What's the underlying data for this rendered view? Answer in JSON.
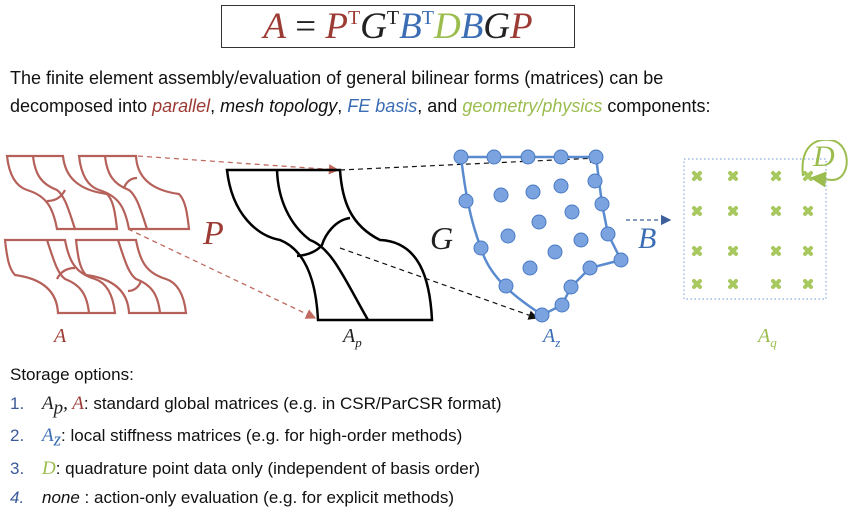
{
  "formula": {
    "lhs": "A",
    "eq": " = ",
    "P": "P",
    "G": "G",
    "B": "B",
    "D": "D",
    "T": "T"
  },
  "intro": {
    "line1": "The finite element assembly/evaluation of general bilinear forms (matrices) can be",
    "line2_prefix": "decomposed into ",
    "parallel": "parallel",
    "sep1": ", ",
    "mesh_topology": "mesh topology",
    "sep2": ", ",
    "fe_basis": "FE basis",
    "sep3": ", and ",
    "geometry_physics": "geometry/physics",
    "suffix": " components:"
  },
  "diagram": {
    "operators": {
      "P": "P",
      "G": "G",
      "B": "B",
      "D": "D"
    },
    "labels": {
      "A": "A",
      "Ap": {
        "base": "A",
        "sub": "p"
      },
      "Az": {
        "base": "A",
        "sub": "z"
      },
      "Aq": {
        "base": "A",
        "sub": "q"
      }
    },
    "colors": {
      "parallel": "#9c3b34",
      "basis": "#3b6db4",
      "physics": "#9bbd4e",
      "topology": "#111111"
    }
  },
  "storage": {
    "title": "Storage options:",
    "items": [
      {
        "num": "1.",
        "m1": "A",
        "m1sub": "p",
        "comma": ", ",
        "m2": "A",
        "text": ": standard global matrices (e.g. in CSR/ParCSR format)"
      },
      {
        "num": "2.",
        "m1": "A",
        "m1sub": "z",
        "text": ": local stiffness matrices (e.g. for high-order methods)"
      },
      {
        "num": "3.",
        "m1": "D",
        "text": ": quadrature point data only (independent of basis order)"
      },
      {
        "num": "4.",
        "m1": "none",
        "text": " : action-only evaluation (e.g. for explicit methods)"
      }
    ]
  }
}
